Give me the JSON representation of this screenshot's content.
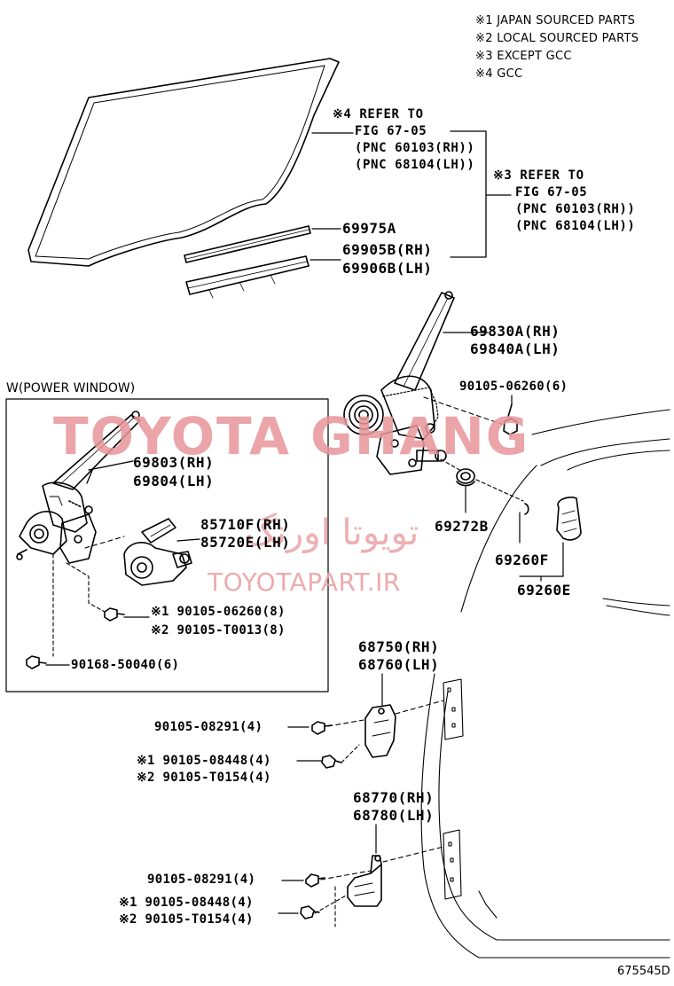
{
  "legend": [
    "※1 JAPAN SOURCED PARTS",
    "※2 LOCAL SOURCED PARTS",
    "※3 EXCEPT GCC",
    "※4 GCC"
  ],
  "ref4": {
    "line1": "※4 REFER TO",
    "line2": "FIG 67-05",
    "line3": "(PNC 60103(RH))",
    "line4": "(PNC 68104(LH))"
  },
  "ref3": {
    "line1": "※3 REFER TO",
    "line2": "FIG 67-05",
    "line3": "(PNC 60103(RH))",
    "line4": "(PNC 68104(LH))"
  },
  "parts": {
    "p69975A": "69975A",
    "p69905B": "69905B(RH)",
    "p69906B": "69906B(LH)",
    "p69830A": "69830A(RH)",
    "p69840A": "69840A(LH)",
    "p90105_06260_6": "90105-06260(6)",
    "p69272B": "69272B",
    "p69260F": "69260F",
    "p69260E": "69260E",
    "p68750": "68750(RH)",
    "p68760": "68760(LH)",
    "p90105_08291_a": "90105-08291(4)",
    "p90105_08448_a": "※1 90105-08448(4)",
    "p90105_T0154_a": "※2 90105-T0154(4)",
    "p68770": "68770(RH)",
    "p68780": "68780(LH)",
    "p90105_08291_b": "90105-08291(4)",
    "p90105_08448_b": "※1 90105-08448(4)",
    "p90105_T0154_b": "※2 90105-T0154(4)"
  },
  "power_window": {
    "title": "W(POWER WINDOW)",
    "p69803": "69803(RH)",
    "p69804": "69804(LH)",
    "p85710F": "85710F(RH)",
    "p85720E": "85720E(LH)",
    "p90105_06260_8": "※1 90105-06260(8)",
    "p90105_T0013_8": "※2 90105-T0013(8)",
    "p90168_50040_6": "90168-50040(6)"
  },
  "watermark": {
    "main": "TOYOTA GHANG",
    "persian": "تویوتا اورنگ",
    "url": "TOYOTAPART.IR"
  },
  "figure_code": "675545D"
}
